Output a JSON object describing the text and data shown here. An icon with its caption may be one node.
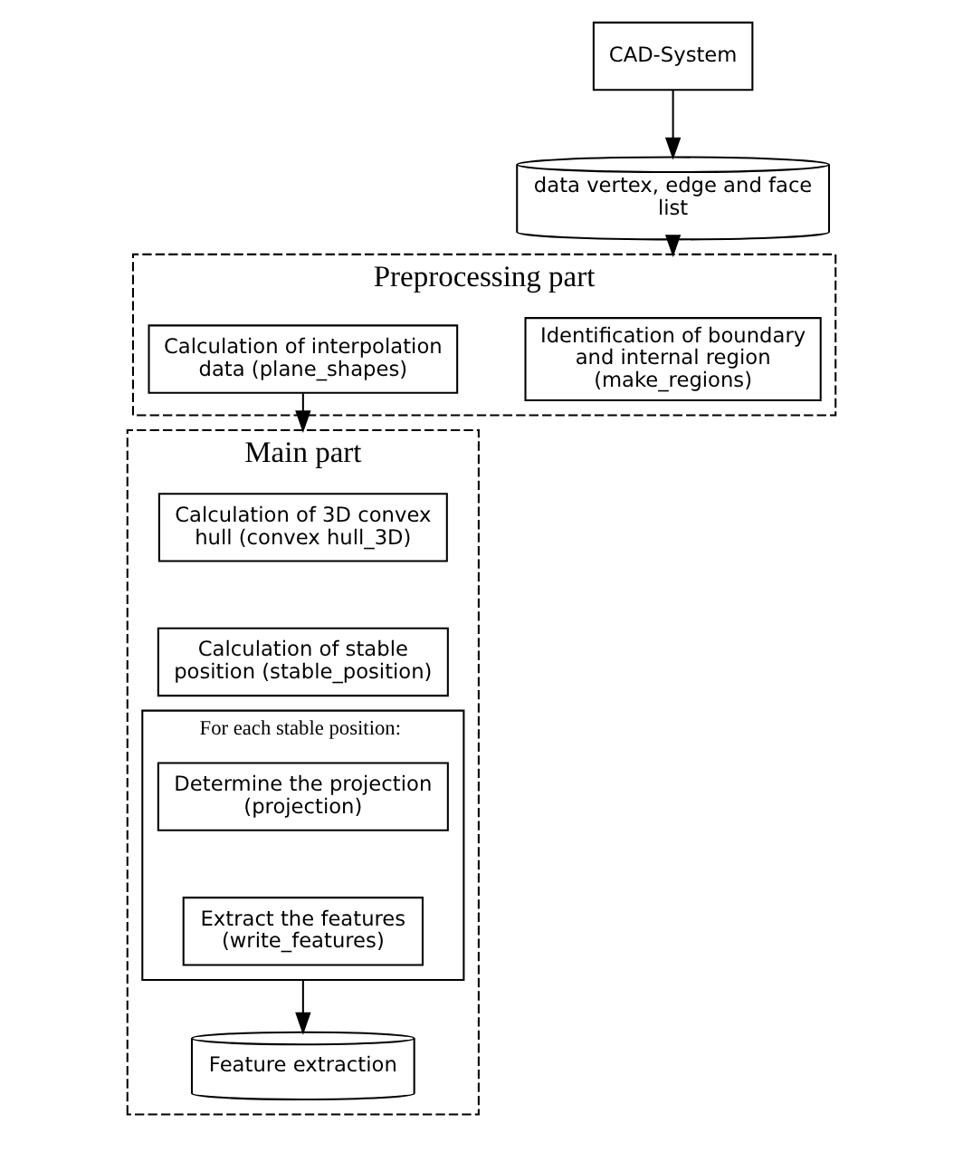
{
  "diagram": {
    "nodes": [
      {
        "text": [
          "CAD-System"
        ]
      },
      {
        "text": [
          "data vertex, edge and face list"
        ]
      },
      {
        "text": [
          "Preprocessing part"
        ]
      },
      {
        "text": [
          "Identification of boundary and internal region (make_regions)"
        ],
        "in": 2
      },
      {
        "text": [
          "Calculation of interpolation data (plane_shapes)"
        ],
        "in": 2
      },
      {
        "text": [
          "Main part"
        ]
      },
      {
        "text": [
          "Calculation of 3D convex hull (convex hull_3D)"
        ],
        "in": 5
      },
      {
        "text": [
          "Calculation of stable position (stable_position)"
        ],
        "in": 5
      },
      {
        "text": [
          "For each stable position:"
        ],
        "in": 5
      },
      {
        "text": [
          "Determine the projection (projection)"
        ],
        "in": 8
      },
      {
        "text": [
          "Extract the features (write_features)"
        ],
        "in": 8
      },
      {
        "text": [
          "Feature extraction"
        ],
        "in": 5
      }
    ],
    "edges": [
      {
        "from": 0,
        "to": 1,
        "arrow": "to"
      },
      {
        "from": 1,
        "to": 2,
        "arrow": "to"
      },
      {
        "from": 4,
        "to": 5,
        "arrow": "to"
      },
      {
        "from": 8,
        "to": 11,
        "arrow": "to"
      }
    ]
  }
}
